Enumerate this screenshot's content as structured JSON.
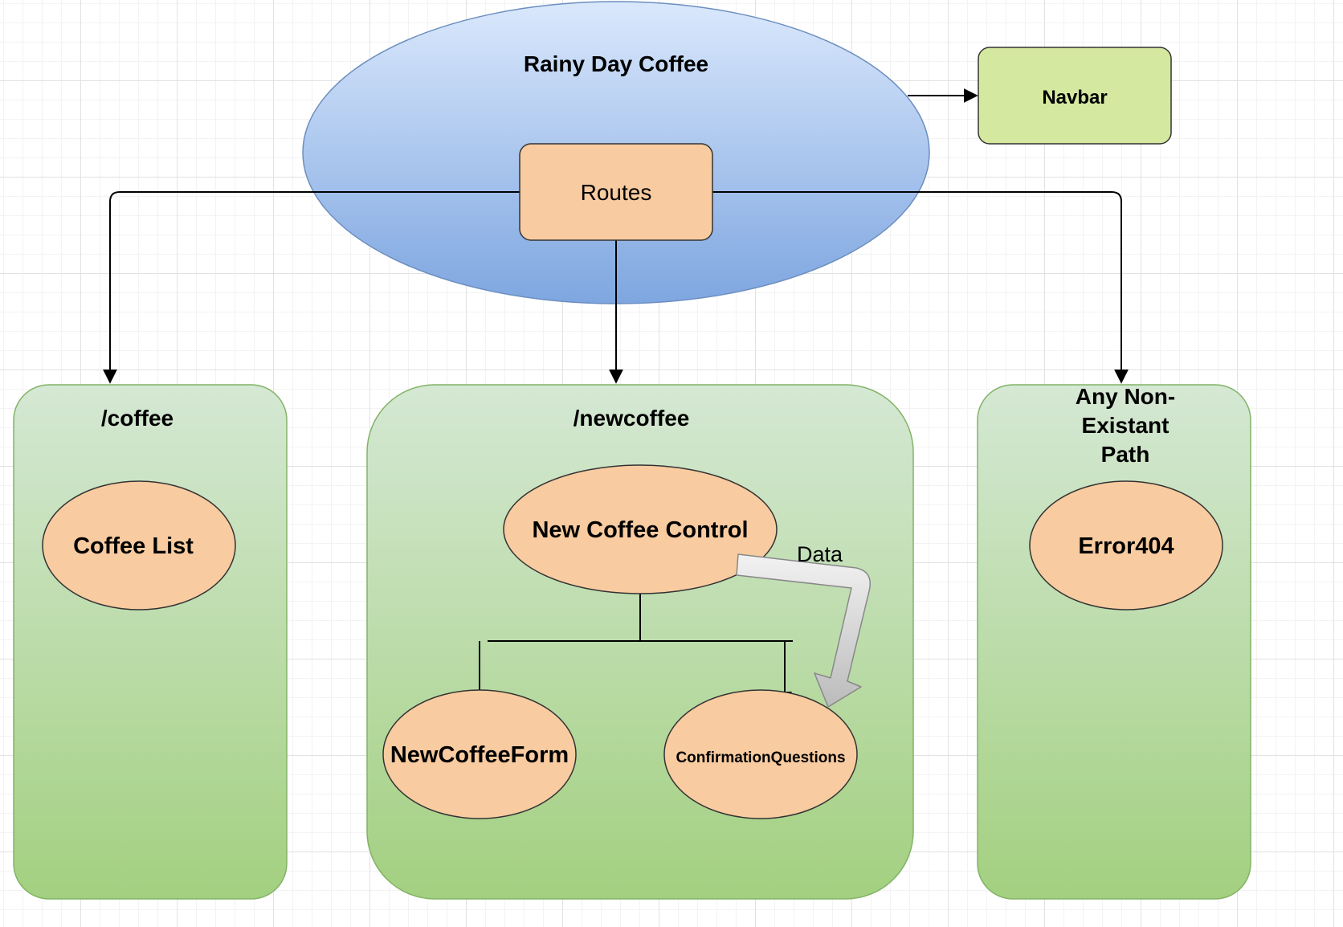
{
  "diagram": {
    "root": {
      "title": "Rainy Day Coffee"
    },
    "navbar": {
      "label": "Navbar"
    },
    "routes": {
      "label": "Routes"
    },
    "coffee_route": {
      "title": "/coffee",
      "component": "Coffee List"
    },
    "newcoffee_route": {
      "title": "/newcoffee",
      "control": "New Coffee Control",
      "form": "NewCoffeeForm",
      "confirmation": "ConfirmationQuestions",
      "data_label": "Data"
    },
    "fallback_route": {
      "title_lines": [
        "Any Non-",
        "Existant",
        "Path"
      ],
      "component": "Error404"
    },
    "colors": {
      "root_fill_top": "#dae8fc",
      "root_fill_bottom": "#7ea6e0",
      "root_stroke": "#6c8ebf",
      "navbar_fill": "#d5e8a0",
      "node_fill": "#f8cba0",
      "route_fill_top": "#d5e8d4",
      "route_fill_bottom": "#a3d080",
      "route_stroke": "#82b366",
      "data_arrow_fill": "#cccccc"
    }
  }
}
